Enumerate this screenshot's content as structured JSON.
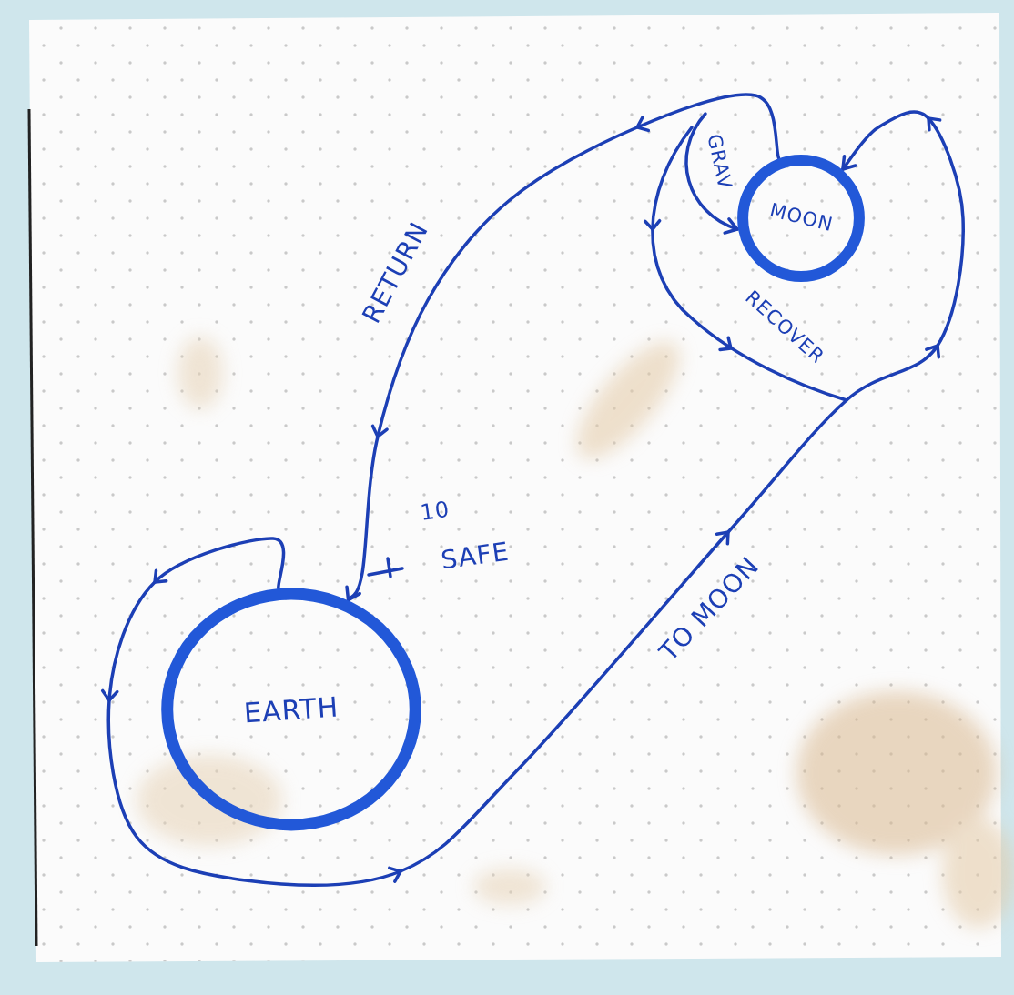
{
  "diagram": {
    "nodes": [
      {
        "text": [
          "EARTH"
        ]
      },
      {
        "text": [
          "MOON"
        ]
      }
    ],
    "edges": [
      {
        "from": 0,
        "to": 1,
        "arrow": "to",
        "label": "TO MOON"
      },
      {
        "from": 1,
        "to": 0,
        "arrow": "to",
        "label": "RETURN"
      }
    ],
    "labels": [
      "GRAV",
      "RECOVER",
      "10",
      "SAFE"
    ]
  }
}
